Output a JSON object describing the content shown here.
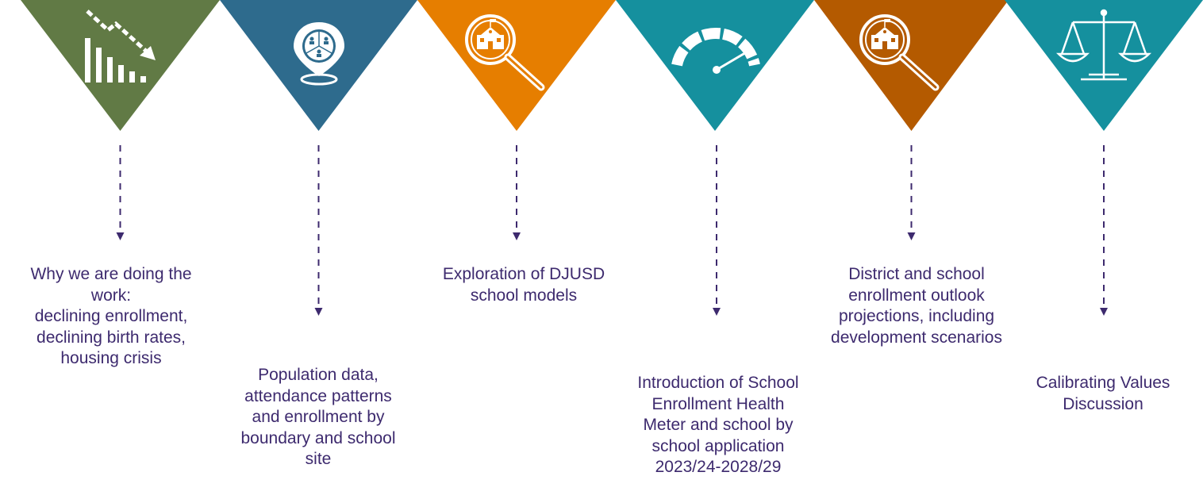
{
  "steps": [
    {
      "label": "Why we are doing the\nwork:\ndeclining enrollment,\ndeclining birth rates,\nhousing crisis",
      "color": "#617a45",
      "icon": "declining-bar-chart-icon"
    },
    {
      "label": "Population data,\nattendance patterns\nand enrollment by\nboundary and school\nsite",
      "color": "#2e6b8d",
      "icon": "population-location-pin-icon"
    },
    {
      "label": "Exploration of DJUSD\nschool models",
      "color": "#e67e00",
      "icon": "school-magnifier-icon"
    },
    {
      "label": "Introduction of School\nEnrollment Health\nMeter and school by\nschool application\n2023/24-2028/29",
      "color": "#15909e",
      "icon": "speedometer-gauge-icon"
    },
    {
      "label": "District and school\nenrollment outlook\nprojections, including\ndevelopment scenarios",
      "color": "#b45a00",
      "icon": "school-magnifier-icon"
    },
    {
      "label": "Calibrating Values\nDiscussion",
      "color": "#15909e",
      "icon": "balance-scale-icon"
    }
  ],
  "connector_color": "#3d2a6e",
  "text_color": "#3d2a6e"
}
